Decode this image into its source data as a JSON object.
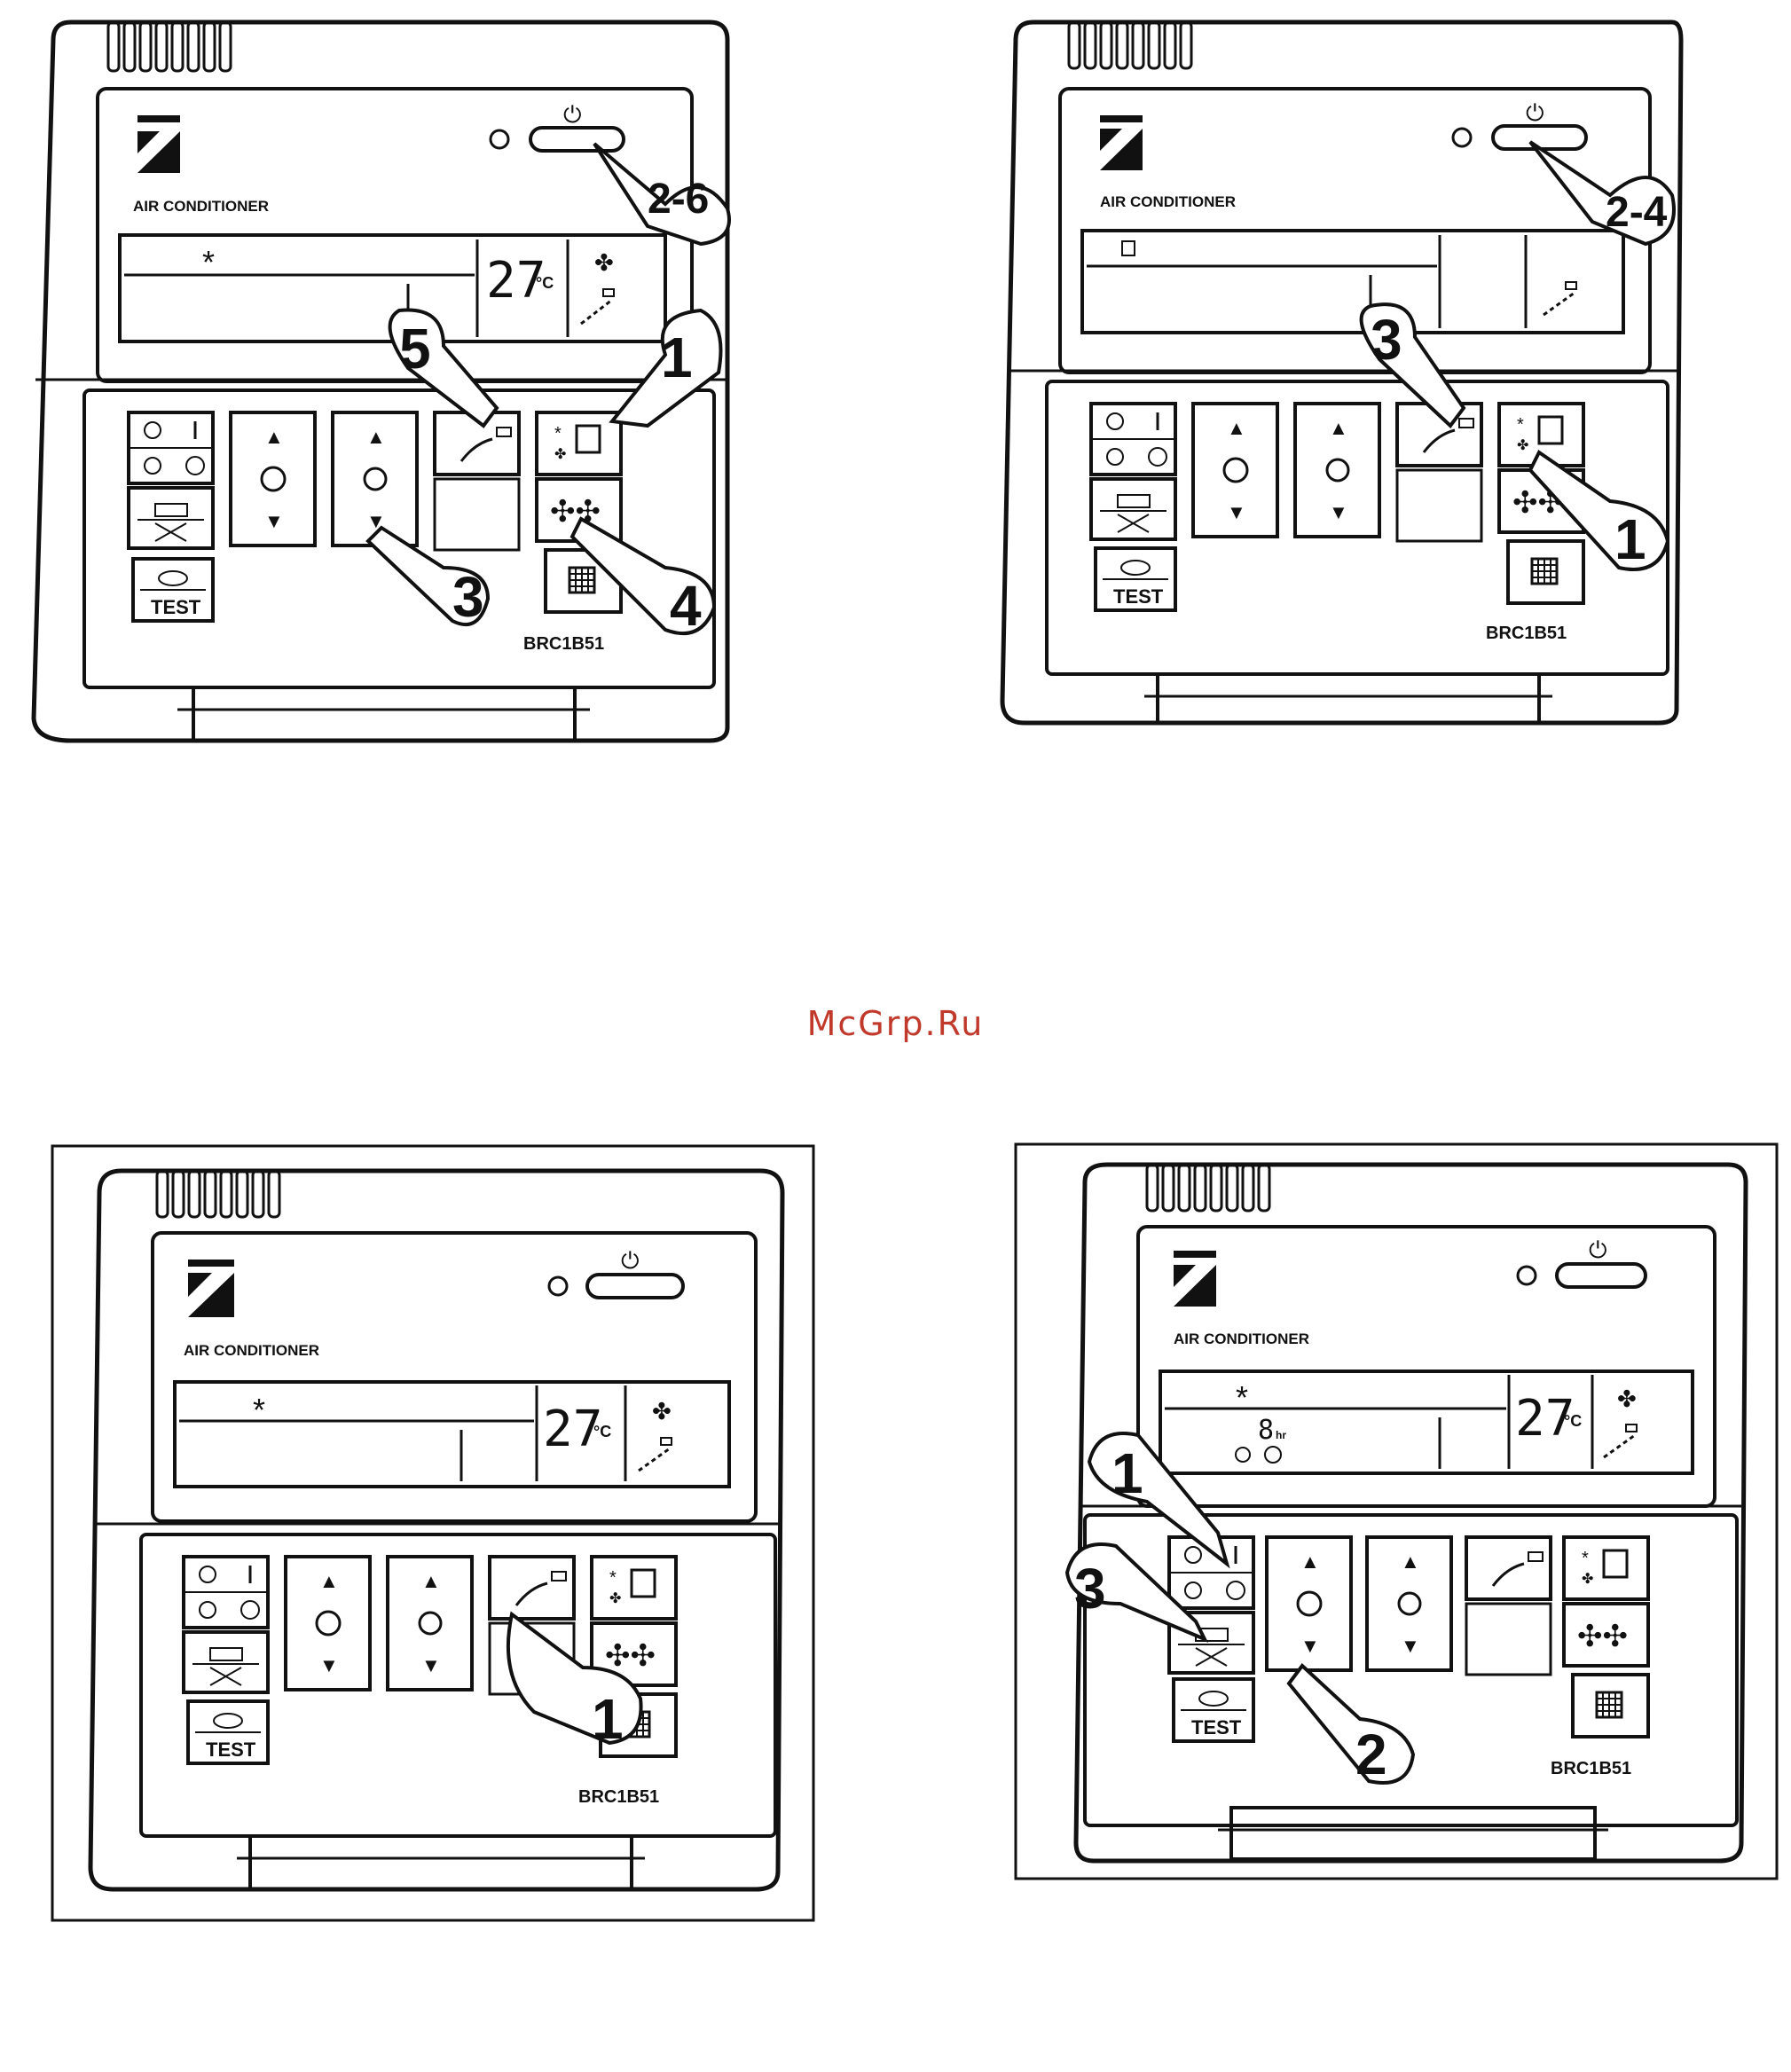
{
  "watermark": {
    "text": "McGrp.Ru",
    "color": "#c0392b"
  },
  "device": {
    "brand_text": "AIR CONDITIONER",
    "model": "BRC1B51",
    "test_label": "TEST",
    "unit_label": "°C",
    "hour_label": "hr",
    "snowflake": "*",
    "power_symbol": "⏻"
  },
  "figures": [
    {
      "id": "fig-top-left",
      "display_temp": "27",
      "display_hours": "",
      "callouts": [
        "2-6",
        "1",
        "5",
        "3",
        "4"
      ]
    },
    {
      "id": "fig-top-right",
      "display_temp": "",
      "display_hours": "",
      "callouts": [
        "2-4",
        "3",
        "1"
      ]
    },
    {
      "id": "fig-bottom-left",
      "display_temp": "27",
      "display_hours": "",
      "callouts": [
        "1"
      ]
    },
    {
      "id": "fig-bottom-right",
      "display_temp": "27",
      "display_hours": "8",
      "callouts": [
        "1",
        "3",
        "2"
      ]
    }
  ],
  "icons": [
    "daikin-logo-icon",
    "power-icon",
    "fan-icon",
    "louver-icon",
    "timer-icon",
    "thermometer-icon",
    "filter-icon",
    "inspection-icon",
    "ventilation-icon",
    "pointing-hand-icon"
  ]
}
